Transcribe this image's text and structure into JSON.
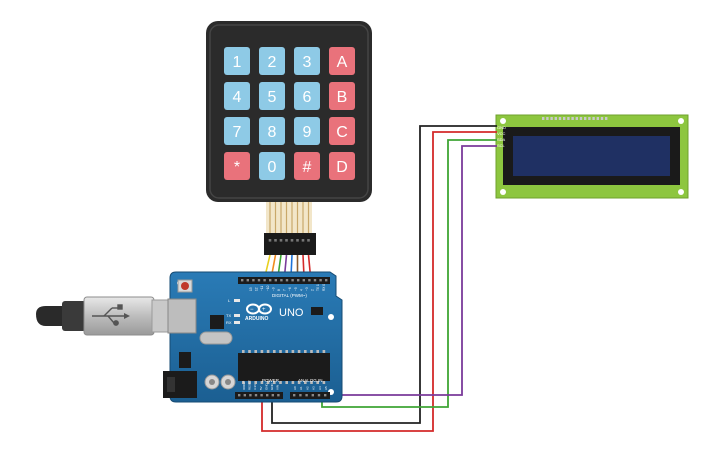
{
  "keypad": {
    "rows": [
      [
        {
          "label": "1",
          "kind": "digit"
        },
        {
          "label": "2",
          "kind": "digit"
        },
        {
          "label": "3",
          "kind": "digit"
        },
        {
          "label": "A",
          "kind": "letter"
        }
      ],
      [
        {
          "label": "4",
          "kind": "digit"
        },
        {
          "label": "5",
          "kind": "digit"
        },
        {
          "label": "6",
          "kind": "digit"
        },
        {
          "label": "B",
          "kind": "letter"
        }
      ],
      [
        {
          "label": "7",
          "kind": "digit"
        },
        {
          "label": "8",
          "kind": "digit"
        },
        {
          "label": "9",
          "kind": "digit"
        },
        {
          "label": "C",
          "kind": "letter"
        }
      ],
      [
        {
          "label": "*",
          "kind": "symbol"
        },
        {
          "label": "0",
          "kind": "digit"
        },
        {
          "label": "#",
          "kind": "symbol"
        },
        {
          "label": "D",
          "kind": "letter"
        }
      ]
    ],
    "colors": {
      "body": "#2b2b2b",
      "digit": "#8ecae6",
      "letter": "#e9727b",
      "symbol": "#e9727b"
    }
  },
  "lcd": {
    "pins": [
      "GND",
      "VCC",
      "SDA",
      "SCL"
    ],
    "colors": {
      "board": "#8dc63f",
      "frame": "#1a1a1a",
      "screen": "#1f3063"
    }
  },
  "arduino": {
    "brand": "ARDUINO",
    "model": "UNO",
    "digital_label": "DIGITAL (PWM~)",
    "power_label": "POWER",
    "analog_label": "ANALOG IN",
    "tx_label": "TX",
    "rx_label": "RX",
    "l_label": "L",
    "digital_pins": [
      "13",
      "12",
      "~11",
      "~10",
      "~9",
      "8",
      "7",
      "~6",
      "~5",
      "4",
      "~3",
      "2",
      "TX 1",
      "RX 0"
    ],
    "power_pins": [
      "IOREF",
      "RESET",
      "3.3V",
      "5V",
      "GND",
      "GND",
      "VIN"
    ],
    "analog_pins": [
      "A0",
      "A1",
      "A2",
      "A3",
      "A4",
      "A5"
    ],
    "colors": {
      "board": "#1f6fa8",
      "header": "#1b1b1b",
      "chip": "#1b1b1b"
    }
  },
  "usb_cable": {
    "name": "usb-b-cable"
  },
  "wires": {
    "colors": {
      "black": "#222222",
      "red": "#d42a2a",
      "green": "#3fa535",
      "purple": "#7a3a9a",
      "yellow": "#e8d01f",
      "orange": "#f08b1e",
      "blue": "#1e73d8",
      "brown": "#8b5a2b"
    },
    "keypad_wire_order": [
      "yellow",
      "orange",
      "green",
      "purple",
      "blue",
      "brown",
      "red",
      "red"
    ]
  }
}
